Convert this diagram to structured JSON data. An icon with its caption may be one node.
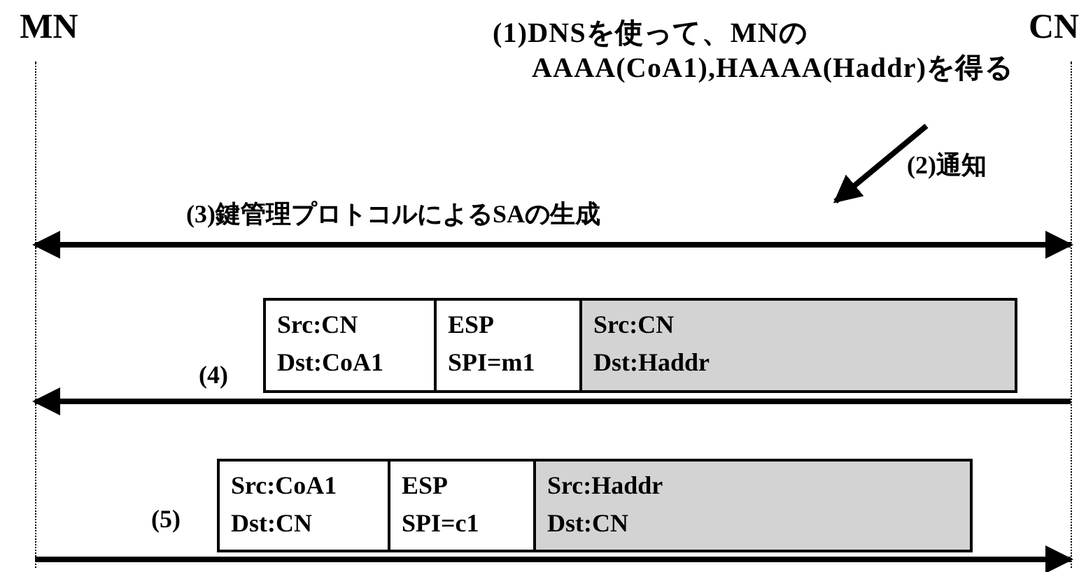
{
  "diagram": {
    "nodes": [
      {
        "text": [
          "MN"
        ]
      },
      {
        "text": [
          "CN"
        ]
      },
      {
        "text": [
          "(1)DNSを使って、MNのAAAA(CoA1),HAAAA(Haddr)を得る"
        ]
      },
      {
        "text": [
          "Src:CN Dst:CoA1"
        ]
      },
      {
        "text": [
          "ESP SPI=m1"
        ]
      },
      {
        "text": [
          "Src:CN Dst:Haddr"
        ]
      },
      {
        "text": [
          "Src:CoA1 Dst:CN"
        ]
      },
      {
        "text": [
          "ESP SPI=c1"
        ]
      },
      {
        "text": [
          "Src:Haddr Dst:CN"
        ]
      }
    ],
    "edges": [
      {
        "from": 2,
        "to": null,
        "arrow": "to",
        "label": "(2)通知"
      },
      {
        "from": 0,
        "to": 1,
        "arrow": "both",
        "label": "(3)鍵管理プロトコルによるSAの生成"
      },
      {
        "from": 1,
        "to": 0,
        "arrow": "to",
        "label": "(4)"
      },
      {
        "from": 0,
        "to": 1,
        "arrow": "to",
        "label": "(5)"
      }
    ]
  }
}
